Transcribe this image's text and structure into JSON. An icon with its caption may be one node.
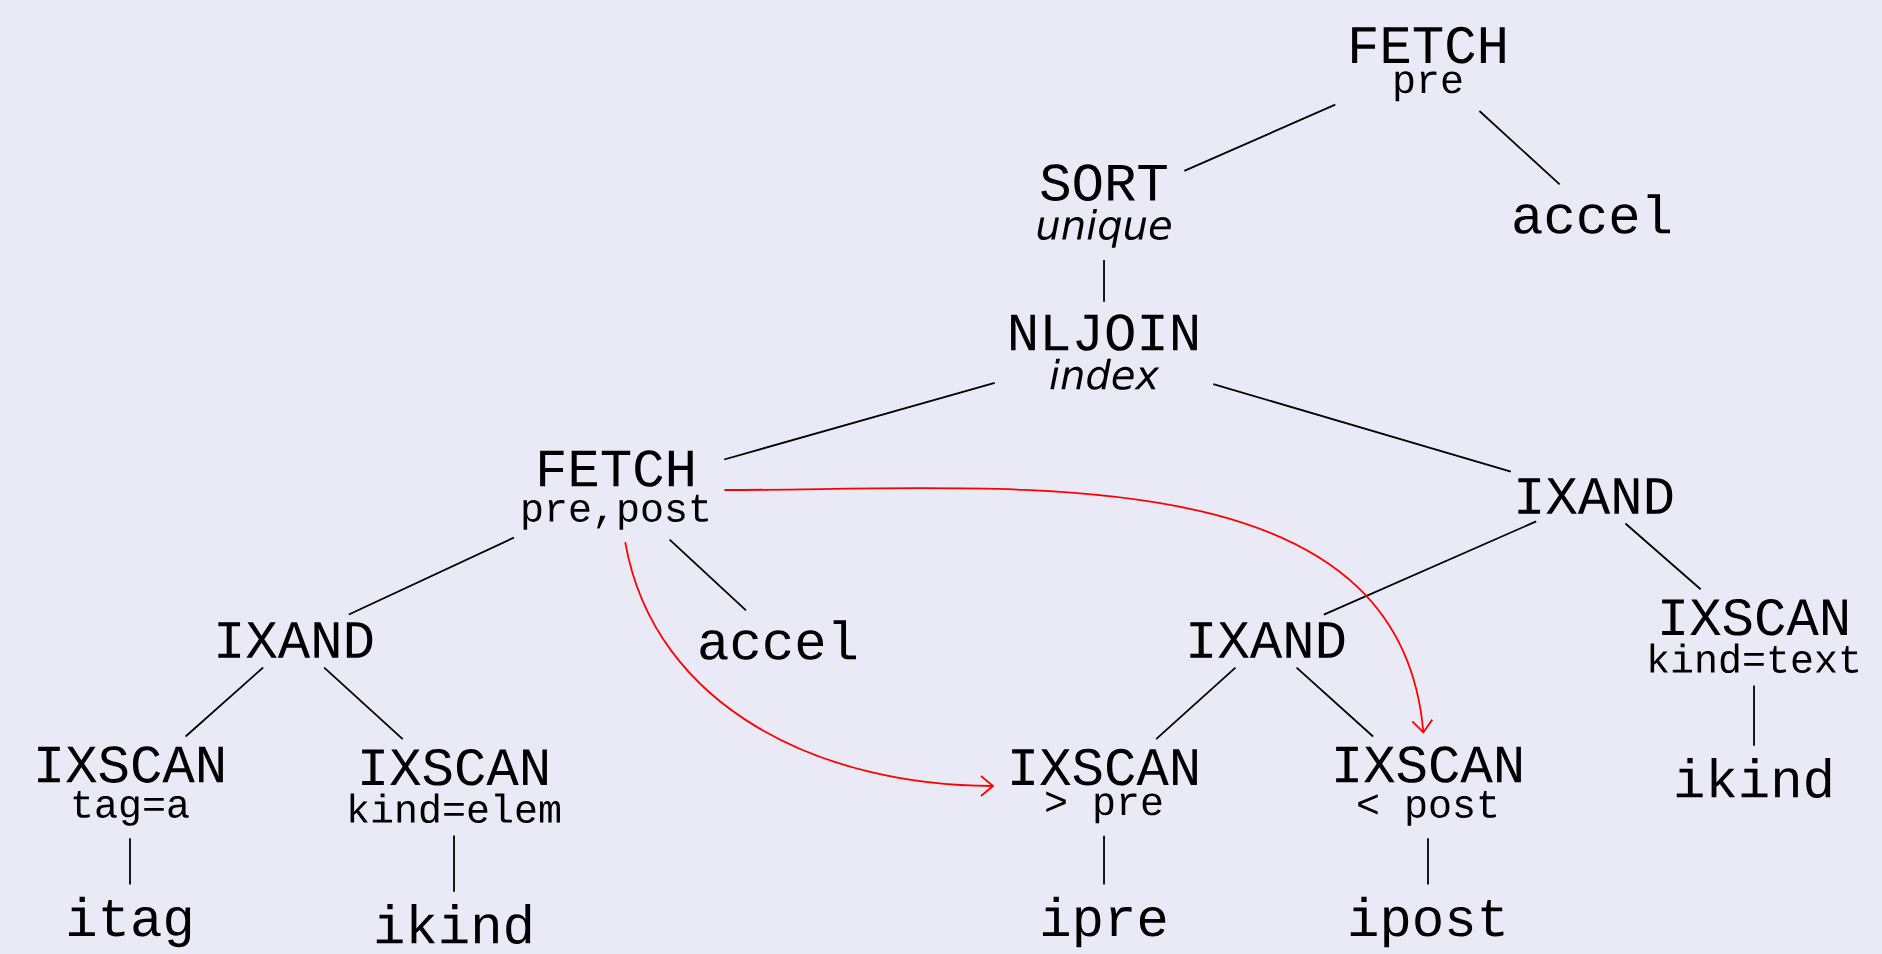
{
  "diagram": {
    "nodes": [
      {
        "text": [
          "FETCH",
          "pre"
        ]
      },
      {
        "text": [
          "SORT",
          "unique"
        ]
      },
      {
        "text": [
          "accel"
        ]
      },
      {
        "text": [
          "NLJOIN",
          "index"
        ]
      },
      {
        "text": [
          "FETCH",
          "pre,post"
        ]
      },
      {
        "text": [
          "IXAND"
        ]
      },
      {
        "text": [
          "IXAND"
        ]
      },
      {
        "text": [
          "accel"
        ]
      },
      {
        "text": [
          "IXAND"
        ]
      },
      {
        "text": [
          "IXSCAN",
          "kind=text"
        ]
      },
      {
        "text": [
          "IXSCAN",
          "tag=a"
        ]
      },
      {
        "text": [
          "IXSCAN",
          "kind=elem"
        ]
      },
      {
        "text": [
          "IXSCAN",
          "> pre"
        ]
      },
      {
        "text": [
          "IXSCAN",
          "< post"
        ]
      },
      {
        "text": [
          "ikind"
        ]
      },
      {
        "text": [
          "itag"
        ]
      },
      {
        "text": [
          "ikind"
        ]
      },
      {
        "text": [
          "ipre"
        ]
      },
      {
        "text": [
          "ipost"
        ]
      }
    ],
    "edges": [
      {
        "from": 0,
        "to": 1,
        "arrow": "none"
      },
      {
        "from": 0,
        "to": 2,
        "arrow": "none"
      },
      {
        "from": 1,
        "to": 3,
        "arrow": "none"
      },
      {
        "from": 3,
        "to": 4,
        "arrow": "none"
      },
      {
        "from": 3,
        "to": 5,
        "arrow": "none"
      },
      {
        "from": 4,
        "to": 6,
        "arrow": "none"
      },
      {
        "from": 4,
        "to": 7,
        "arrow": "none"
      },
      {
        "from": 5,
        "to": 8,
        "arrow": "none"
      },
      {
        "from": 5,
        "to": 9,
        "arrow": "none"
      },
      {
        "from": 6,
        "to": 10,
        "arrow": "none"
      },
      {
        "from": 6,
        "to": 11,
        "arrow": "none"
      },
      {
        "from": 8,
        "to": 12,
        "arrow": "none"
      },
      {
        "from": 8,
        "to": 13,
        "arrow": "none"
      },
      {
        "from": 9,
        "to": 14,
        "arrow": "none"
      },
      {
        "from": 10,
        "to": 15,
        "arrow": "none"
      },
      {
        "from": 11,
        "to": 16,
        "arrow": "none"
      },
      {
        "from": 12,
        "to": 17,
        "arrow": "none"
      },
      {
        "from": 13,
        "to": 18,
        "arrow": "none"
      },
      {
        "from": 4,
        "to": 12,
        "arrow": "to",
        "color": "#ff0000"
      },
      {
        "from": 4,
        "to": 13,
        "arrow": "to",
        "color": "#ff0000"
      }
    ]
  }
}
